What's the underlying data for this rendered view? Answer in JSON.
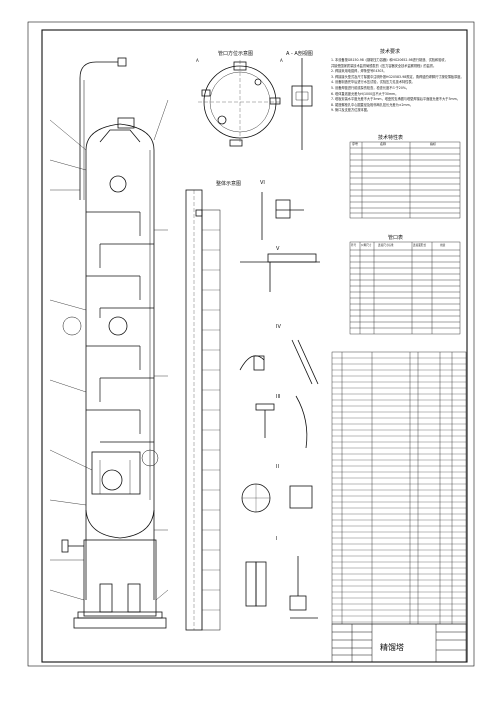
{
  "titles": {
    "nozzle_layout": "管口方位示意图",
    "section_aa": "A - A剖视图",
    "technical_requirements": "技术要求",
    "technical_characteristics": "技术特性表",
    "nozzle_table": "管口表",
    "overall_view": "整体示意图",
    "drawing_name": "精馏塔"
  },
  "detail_labels": [
    "VI",
    "V",
    "IV",
    "III",
    "II",
    "I"
  ],
  "section_markers": [
    "A",
    "A"
  ],
  "tech_notes": [
    "1. 本设备按GB150-98《钢制压力容器》和HG20652-98进行制造、试验和验收，",
    "   并接受国家质量技术监督局颁发的《压力容器安全技术监察规程》的监督。",
    "2. 焊接采用电弧焊，焊条型号E4303。",
    "3. 焊接接头型式及尺寸除图中注明外按HG20583-98规定，角焊缝的焊脚尺寸按较薄板厚度。",
    "4. 设备制造完毕后进行水压试验，试验压力见技术特性表。",
    "5. 设备焊缝进行射线探伤检查，检查长度不少于20%。",
    "6. 塔体直线度允差为H/1000且不大于30mm。",
    "7. 塔板安装水平度允差不大于3mm，塔盘的支承圈与塔壁焊接后平面度允差不大于3mm。",
    "8. 裙座螺栓孔中心圆直径及相邻两孔弦长允差为±2mm。",
    "9. 管口及支座方位按本图。"
  ],
  "tech_table_header": [
    "序号",
    "名称",
    "指标"
  ],
  "nozzle_table_header": [
    "符号",
    "公称尺寸",
    "连接尺寸标准",
    "连接面形式",
    "用途"
  ]
}
